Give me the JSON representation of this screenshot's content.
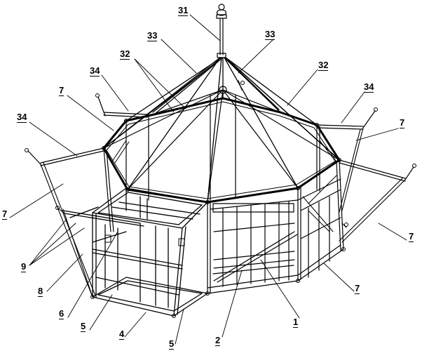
{
  "figure": {
    "labels": {
      "pole_top": "31",
      "rafter_left": "33",
      "rafter_right": "33",
      "ridge_left": "32",
      "ridge_right": "32",
      "brace_upper_left": "34",
      "brace_left": "34",
      "brace_right": "34",
      "stay_upper_left": "7",
      "stay_left": "7",
      "stay_right_top": "7",
      "stay_right": "7",
      "stay_lower_right": "7",
      "guide": "9",
      "rod": "8",
      "panel": "6",
      "base_left": "5",
      "base_mid": "5",
      "frame": "4",
      "floor": "2",
      "deck": "1"
    }
  }
}
